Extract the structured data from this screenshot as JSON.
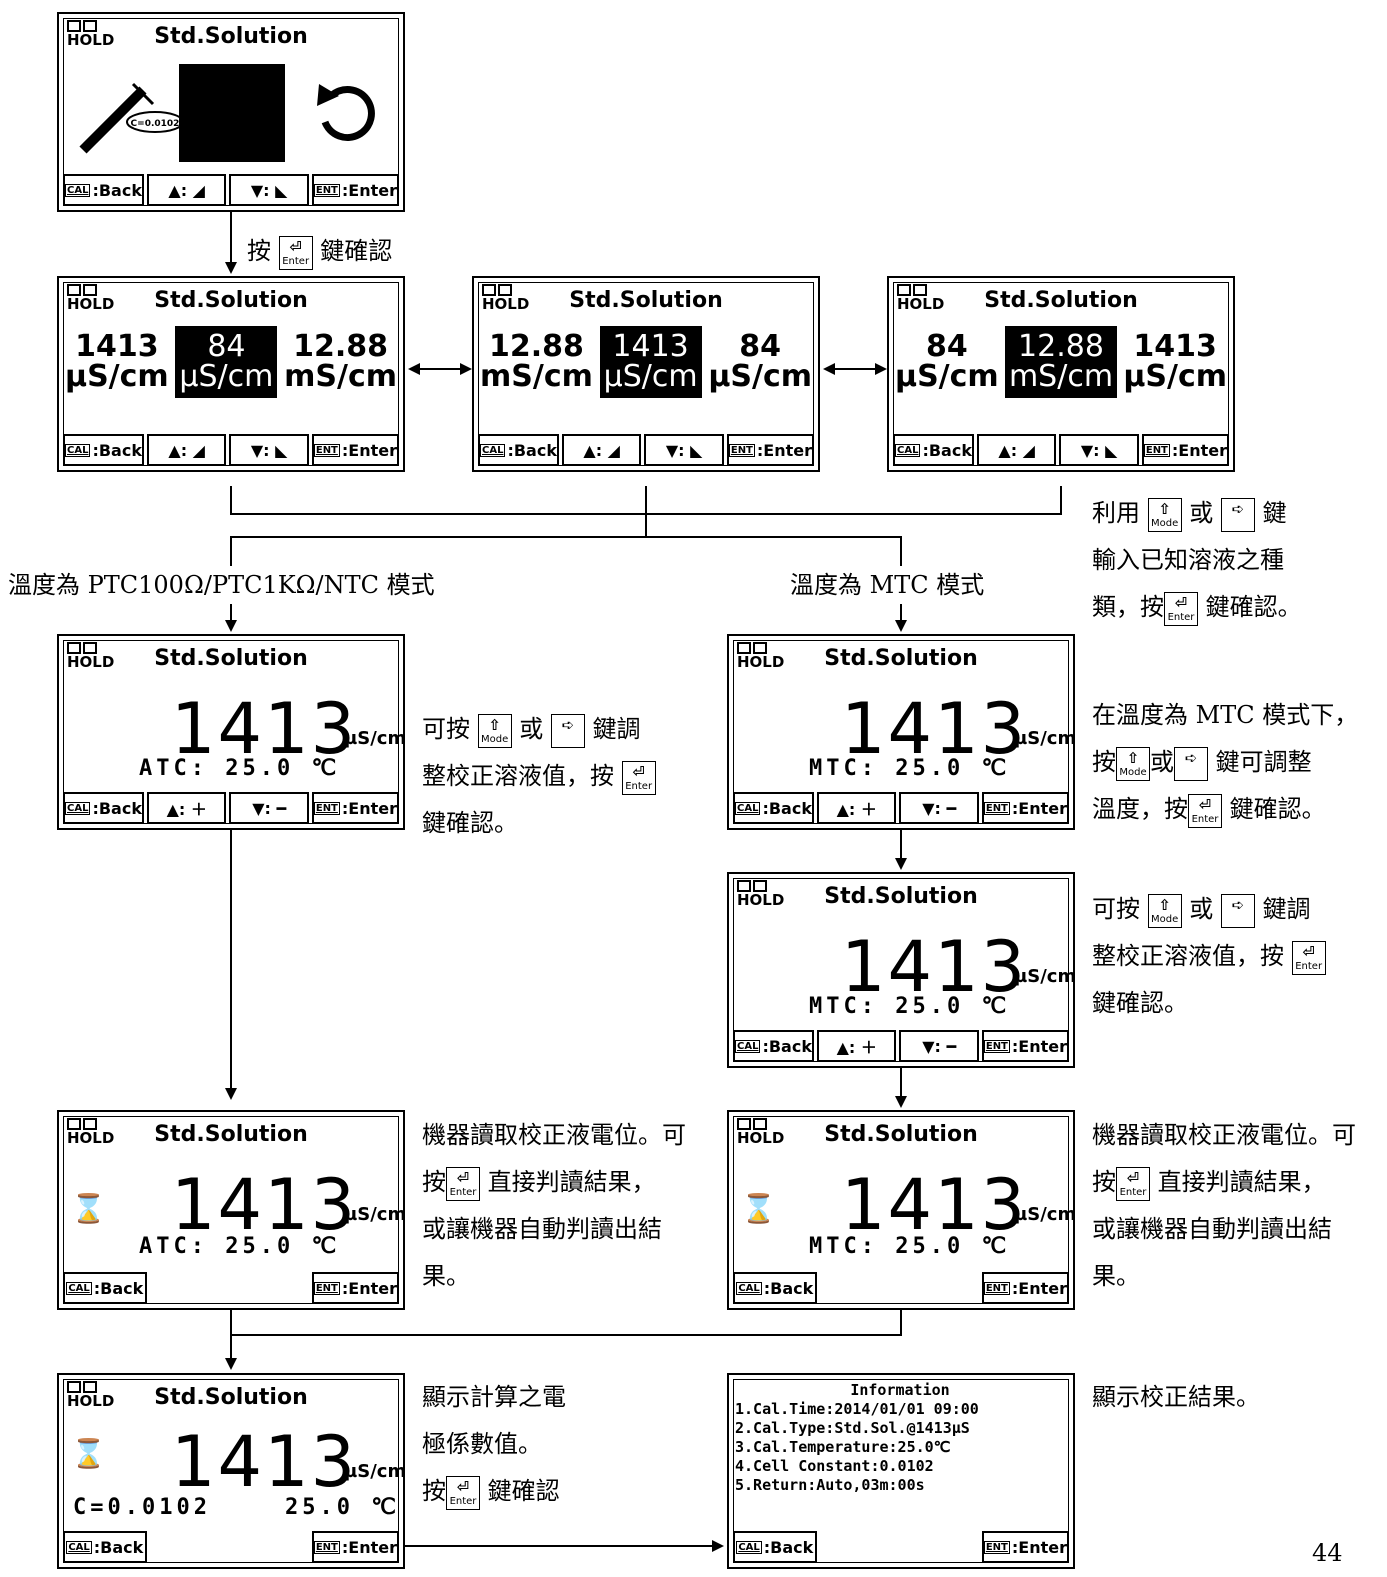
{
  "screen": {
    "title": "Std.Solution",
    "hold": "HOLD",
    "back": "Back",
    "enter": "Enter",
    "cal": "CAL",
    "ent": "ENT",
    "probe_label": "C=0.0102"
  },
  "trios": [
    {
      "vals": [
        "1413",
        "84",
        "12.88"
      ],
      "units": [
        "µS/cm",
        "µS/cm",
        "mS/cm"
      ]
    },
    {
      "vals": [
        "12.88",
        "1413",
        "84"
      ],
      "units": [
        "mS/cm",
        "µS/cm",
        "µS/cm"
      ]
    },
    {
      "vals": [
        "84",
        "12.88",
        "1413"
      ],
      "units": [
        "µS/cm",
        "mS/cm",
        "µS/cm"
      ]
    }
  ],
  "reading": {
    "value": "1413",
    "unit": "µS/cm",
    "atc": "ATC:  25.0 ℃",
    "mtc": "MTC:  25.0 ℃",
    "cell": "C=0.0102",
    "temp": "25.0 ℃"
  },
  "notes": {
    "press_enter_confirm_1": "按",
    "press_enter_confirm_2": "鍵確認",
    "ptc_mode": "溫度為 PTC100Ω/PTC1KΩ/NTC 模式",
    "mtc_mode": "溫度為 MTC 模式",
    "select_a": "利用",
    "select_b": "或",
    "select_c": "鍵",
    "select_d": "輸入已知溶液之種",
    "select_e": "類，按",
    "select_f": "鍵確認。",
    "adjust_a": "可按",
    "adjust_b": "或",
    "adjust_c": "鍵調",
    "adjust_d": "整校正溶液值，按",
    "adjust_e": "鍵確認。",
    "mtc_a": "在溫度為 MTC 模式下，",
    "mtc_b": "按",
    "mtc_c": "或",
    "mtc_d": "鍵可調整",
    "mtc_e": "溫度，按",
    "mtc_f": "鍵確認。",
    "read_a": "機器讀取校正液電位。可",
    "read_b": "按",
    "read_c": "直接判讀結果，",
    "read_d": "或讓機器自動判讀出結",
    "read_e": "果。",
    "calc_a": "顯示計算之電",
    "calc_b": "極係數值。",
    "calc_c": "按",
    "calc_d": "鍵確認",
    "result": "顯示校正結果。"
  },
  "keys": {
    "enter": "Enter",
    "mode": "Mode"
  },
  "info": {
    "heading": "Information",
    "lines": [
      "1.Cal.Time:2014/01/01 09:00",
      "2.Cal.Type:Std.Sol.@1413µS",
      "3.Cal.Temperature:25.0℃",
      "4.Cell Constant:0.0102",
      "5.Return:Auto,03m:00s"
    ]
  },
  "page_number": "44"
}
